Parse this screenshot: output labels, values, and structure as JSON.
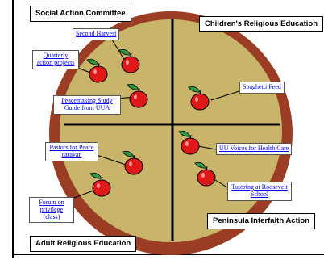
{
  "quadrant_titles": {
    "top_left": "Social Action Committee",
    "top_right": "Children's Religious Education",
    "bottom_left": "Adult Religious Education",
    "bottom_right": "Peninsula Interfaith Action"
  },
  "projects": [
    {
      "label": "Second Harvest"
    },
    {
      "label": "Quarterly action projects"
    },
    {
      "label": "Peacemaking Study Guide from UUA"
    },
    {
      "label": "Spaghetti Feed"
    },
    {
      "label": "Pastors for Peace caravan"
    },
    {
      "label": "UU Voices for Health Care"
    },
    {
      "label": "Tutoring at Roosevelt School"
    },
    {
      "label": "Forum on privilege (class)"
    }
  ],
  "colors": {
    "crust": "#9b3c25",
    "filling": "#c9b569",
    "apple": "#e01818",
    "leaf": "#2f9a43",
    "link": "#0000ee"
  }
}
